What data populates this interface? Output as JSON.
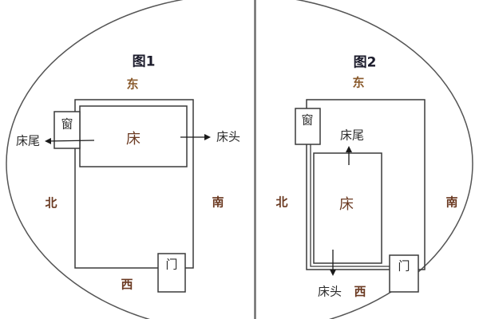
{
  "colors": {
    "background": "#ffffff",
    "line": "#3a3a3a",
    "divider": "#6e6e6e",
    "ellipse": "#555555",
    "direction_text": "#6b3a22",
    "east_text": "#8a5a2c",
    "title_text": "#1b1b2b",
    "object_text": "#2c2c2c",
    "bed_text": "#6b3a22"
  },
  "figure1": {
    "title": "图1",
    "directions": {
      "east": "东",
      "north": "北",
      "south": "南",
      "west": "西"
    },
    "window_label": "窗",
    "door_label": "门",
    "bed_label": "床",
    "bed_foot_label": "床尾",
    "bed_head_label": "床头"
  },
  "figure2": {
    "title": "图2",
    "directions": {
      "east": "东",
      "north": "北",
      "south": "南",
      "west": "西"
    },
    "window_label": "窗",
    "door_label": "门",
    "bed_label": "床",
    "bed_foot_label": "床尾",
    "bed_head_label": "床头"
  }
}
